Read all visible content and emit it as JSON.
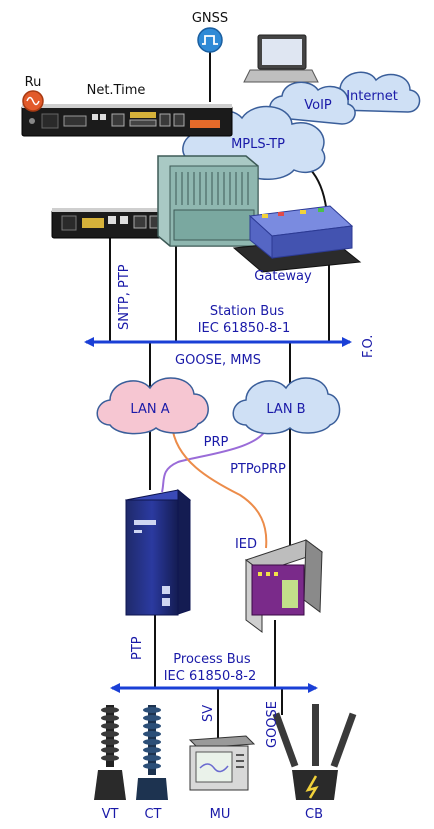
{
  "labels": {
    "gnss": "GNSS",
    "ru": "Ru",
    "net_time": "Net.Time",
    "voip": "VoIP",
    "internet": "Internet",
    "mpls_tp": "MPLS-TP",
    "gateway": "Gateway",
    "sntp_ptp": "SNTP, PTP",
    "station_bus": "Station Bus",
    "station_bus_std": "IEC 61850-8-1",
    "fo": "F.O.",
    "goose_mms": "GOOSE, MMS",
    "lan_a": "LAN A",
    "lan_b": "LAN B",
    "prp": "PRP",
    "ptpoprp": "PTPoPRP",
    "ied": "IED",
    "ptp": "PTP",
    "process_bus": "Process Bus",
    "process_bus_std": "IEC 61850-8-2",
    "sv": "SV",
    "goose": "GOOSE",
    "vt": "VT",
    "ct": "CT",
    "mu": "MU",
    "cb": "CB"
  },
  "colors": {
    "bus_arrow": "#1a3fd6",
    "cloud_blue": "#cfe0f5",
    "cloud_pink": "#f6c6d2",
    "prp_line": "#9a6cd8",
    "ptpoprp_line": "#ec8c4a",
    "clock_icon": "#2f8ad6",
    "ru_icon": "#e25a2a"
  }
}
